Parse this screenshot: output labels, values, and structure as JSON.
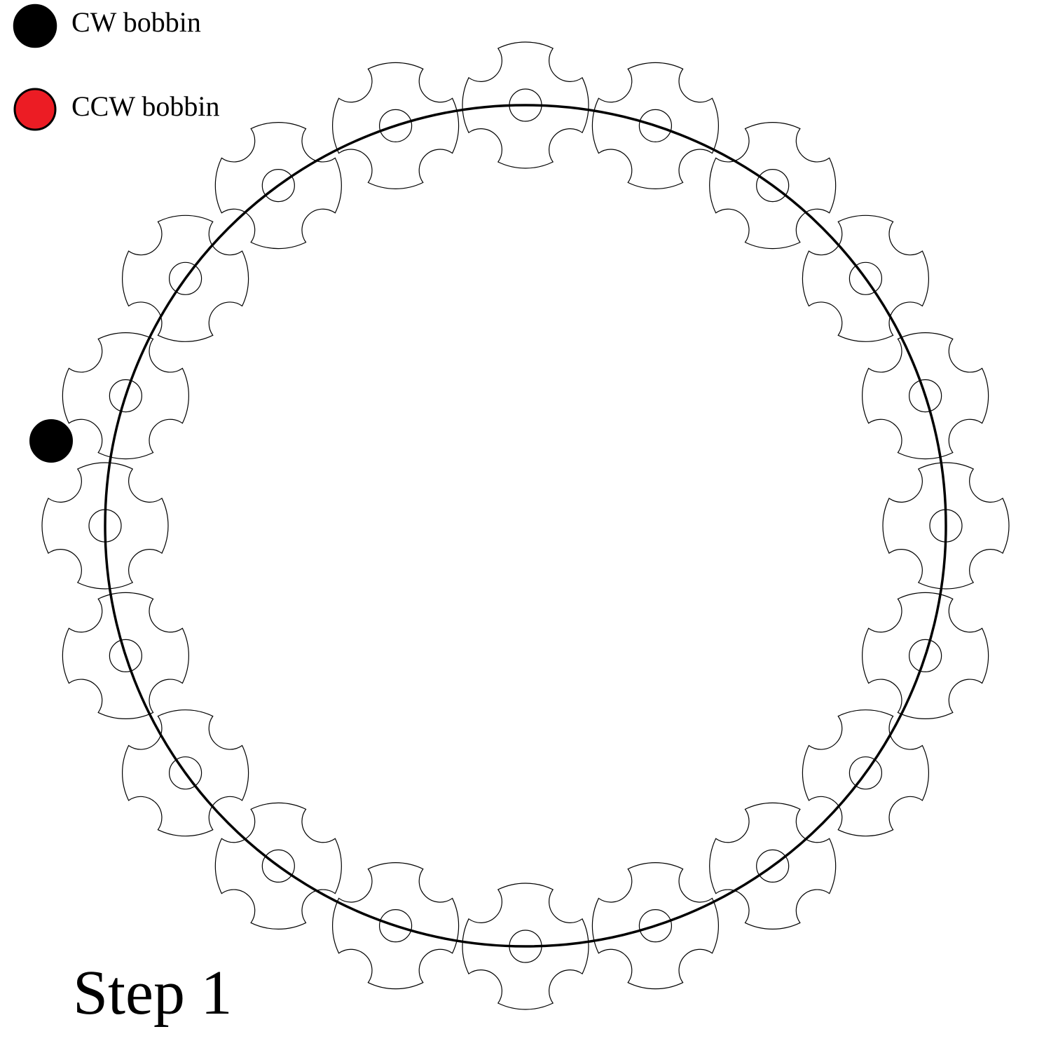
{
  "legend": {
    "cw": {
      "label": "CW bobbin",
      "color": "#000000"
    },
    "ccw": {
      "label": "CCW bobbin",
      "color": "#ec1c24"
    }
  },
  "step": {
    "label": "Step 1"
  },
  "diagram": {
    "horn_gear_count": 20,
    "bobbins": [
      {
        "type": "cw",
        "position": "left-horn-gear-outer-notch"
      }
    ],
    "colors": {
      "line": "#000000",
      "background": "#ffffff"
    }
  }
}
